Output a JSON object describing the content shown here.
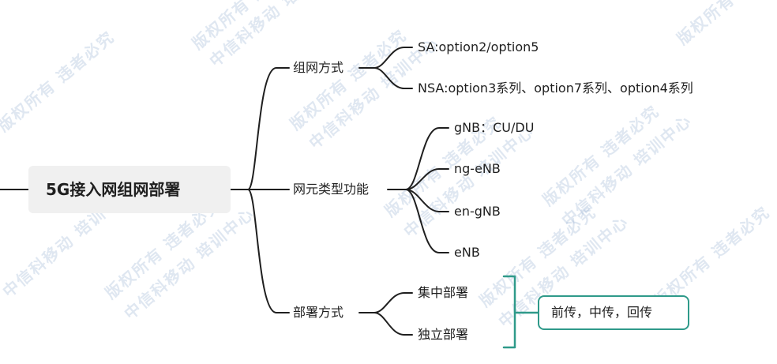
{
  "root": {
    "label": "5G接入网组网部署"
  },
  "branches": [
    {
      "label": "组网方式",
      "children": [
        "SA:option2/option5",
        "NSA:option3系列、option7系列、option4系列"
      ]
    },
    {
      "label": "网元类型功能",
      "children": [
        "gNB：CU/DU",
        "ng-eNB",
        "en-gNB",
        "eNB"
      ]
    },
    {
      "label": "部署方式",
      "children": [
        "集中部署",
        "独立部署"
      ]
    }
  ],
  "summary": {
    "label": "前传，中传，回传"
  },
  "watermark": {
    "line1": "版权所有 违者必究",
    "line2": "中信科移动 培训中心"
  },
  "colors": {
    "line": "#1f1f1f",
    "root_fill": "#f0f0f0",
    "summary_border": "#2f9a8a",
    "watermark": "#8caacd"
  }
}
